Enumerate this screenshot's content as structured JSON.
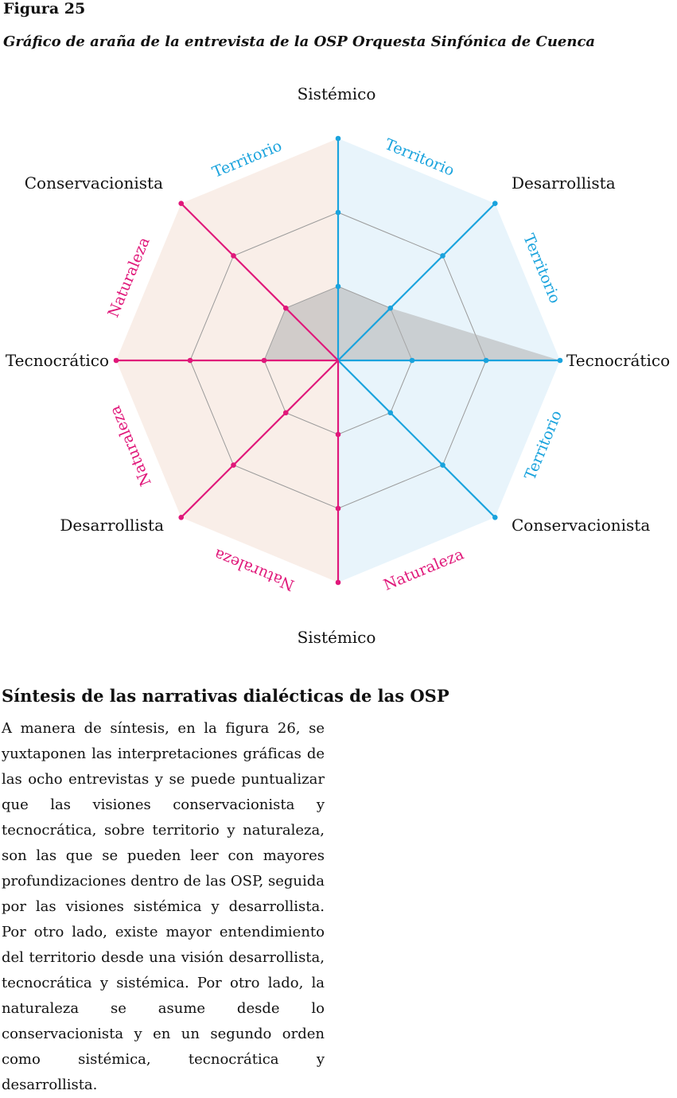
{
  "figure": {
    "label": "Figura 25",
    "caption": "Gráfico de araña de la entrevista de la OSP Orquesta Sinfónica de Cuenca"
  },
  "chart_data": {
    "type": "radar",
    "axes": [
      "Sistémico",
      "Desarrollista",
      "Tecnocrático",
      "Conservacionista",
      "Sistémico",
      "Desarrollista",
      "Tecnocrático",
      "Conservacionista"
    ],
    "levels": 3,
    "max": 3,
    "sector_labels": [
      {
        "text": "Territorio",
        "color": "#1aa3dd"
      },
      {
        "text": "Territorio",
        "color": "#1aa3dd"
      },
      {
        "text": "Territorio",
        "color": "#1aa3dd"
      },
      {
        "text": "Naturaleza",
        "color": "#e0187a"
      },
      {
        "text": "Naturaleza",
        "color": "#e0187a"
      },
      {
        "text": "Naturaleza",
        "color": "#e0187a"
      },
      {
        "text": "Naturaleza",
        "color": "#e0187a"
      },
      {
        "text": "Territorio",
        "color": "#1aa3dd"
      }
    ],
    "categories": {
      "Territorio": {
        "axes": [
          0,
          1,
          2,
          3
        ],
        "color": "#1aa3dd",
        "fill": "#e8f4fb"
      },
      "Naturaleza": {
        "axes": [
          4,
          5,
          6,
          7
        ],
        "color": "#e0187a",
        "fill": "#f9eee8"
      }
    },
    "series": [
      {
        "values": [
          1,
          1,
          3,
          0,
          0,
          0,
          1,
          1
        ],
        "fill": "#b0b0b0"
      }
    ],
    "grid": true
  },
  "section": {
    "title": "Síntesis de las narrativas dialécticas de las OSP",
    "body": "A manera de síntesis, en la figura 26, se yuxtaponen las interpretaciones gráficas de las ocho entrevistas y se puede puntualizar que las visiones conservacionista y tecnocrática, sobre territorio y naturaleza, son las que se pueden leer con mayores profundizaciones dentro de las OSP, seguida por las visiones sistémica y desarrollista. Por otro lado, existe mayor entendimiento del territorio desde una visión desarrollista, tecnocrática y sistémica. Por otro lado, la naturaleza se asume desde lo conservacionista y en un segundo orden como sistémica, tecnocrática y desarrollista."
  }
}
